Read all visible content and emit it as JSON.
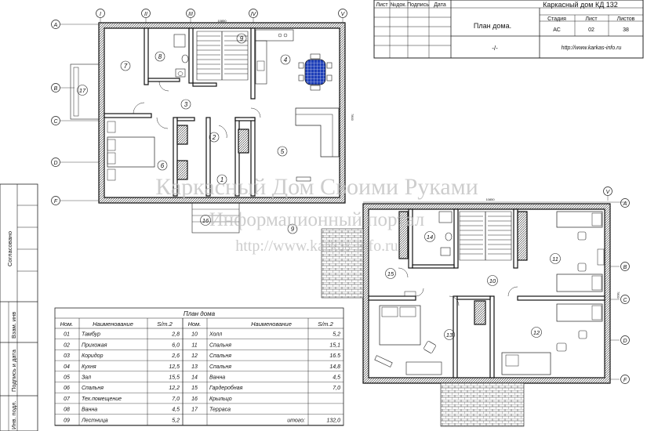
{
  "title_block": {
    "header_cols": [
      "Лист",
      "№док.",
      "Подпись",
      "Дата"
    ],
    "project": "Каркасный дом КД 132",
    "sheet_title": "План дома.",
    "stage_label": "Стадия",
    "sheet_label": "Лист",
    "sheets_label": "Листов",
    "stage": "АС",
    "sheet": "02",
    "sheets": "38",
    "scale": "-/-",
    "website": "http://www.karkas-info.ru"
  },
  "side_stamp": {
    "agreed": "Согласовано",
    "replaced": "Взам. инв",
    "sign_date": "Подпись и дата",
    "orig": "Инв. подл."
  },
  "watermark": {
    "line1": "Каркасный Дом Своими Руками",
    "line2": "Информационный портал",
    "line3": "http://www.karkas-info.ru"
  },
  "axes_top": [
    "I",
    "II",
    "III",
    "IV",
    "V"
  ],
  "axes_rows": [
    "A",
    "B",
    "C",
    "D",
    "F"
  ],
  "dims": {
    "plan1_width": "10850",
    "plan2_width": "10850",
    "plan_height": "7800"
  },
  "plan1_rooms": [
    "1",
    "2",
    "3",
    "4",
    "5",
    "6",
    "7",
    "8",
    "9",
    "16",
    "17",
    "9"
  ],
  "plan2_rooms": [
    "10",
    "11",
    "12",
    "13",
    "14",
    "15"
  ],
  "room_table": {
    "title": "План дома",
    "headers": [
      "Ном.",
      "Наименование",
      "S/m.2",
      "Ном.",
      "Наименование",
      "S/m.2"
    ],
    "left": [
      [
        "01",
        "Тамбур",
        "2,8"
      ],
      [
        "02",
        "Прихожая",
        "6,0"
      ],
      [
        "03",
        "Коридор",
        "2,6"
      ],
      [
        "04",
        "Кухня",
        "12,5"
      ],
      [
        "05",
        "Зал",
        "15,5"
      ],
      [
        "06",
        "Спальня",
        "12,2"
      ],
      [
        "07",
        "Тех.помещение",
        "7,0"
      ],
      [
        "08",
        "Ванна",
        "4,5"
      ],
      [
        "09",
        "Лестница",
        "5,2"
      ]
    ],
    "right": [
      [
        "10",
        "Холл",
        "5,2"
      ],
      [
        "11",
        "Спальня",
        "15,1"
      ],
      [
        "12",
        "Спальня",
        "16.5"
      ],
      [
        "13",
        "Спальня",
        "14,8"
      ],
      [
        "14",
        "Ванна",
        "4,5"
      ],
      [
        "15",
        "Гардеробная",
        "7,0"
      ],
      [
        "16",
        "Крыльцо",
        ""
      ],
      [
        "17",
        "Терраса",
        ""
      ]
    ],
    "total_label": "итого:",
    "total": "132,0"
  }
}
